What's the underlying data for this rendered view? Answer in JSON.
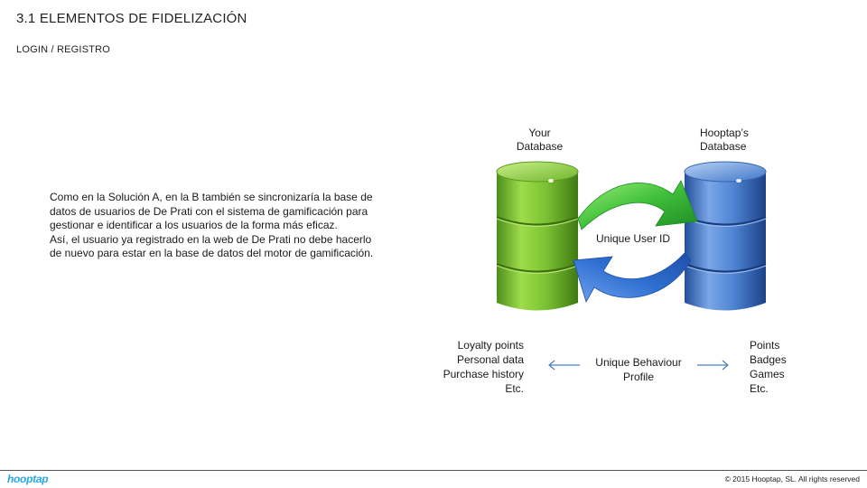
{
  "header": {
    "title": "3.1 ELEMENTOS DE FIDELIZACIÓN",
    "subtitle": "LOGIN  / REGISTRO"
  },
  "body": {
    "paragraph1": "Como en la Solución A, en la B también se sincronizaría la base de datos de usuarios de De Prati con el sistema de gamificación para gestionar e identificar a los usuarios de la forma más eficaz.",
    "paragraph2": "Así, el usuario  ya registrado en la web de De Prati no debe hacerlo de nuevo para estar en la base de datos del motor de gamificación."
  },
  "diagram": {
    "left_db_label": [
      "Your",
      "Database"
    ],
    "right_db_label": [
      "Hooptap’s",
      "Database"
    ],
    "center_label": "Unique User ID",
    "left_list": [
      "Loyalty points",
      "Personal data",
      "Purchase history",
      "Etc."
    ],
    "right_list": [
      "Points",
      "Badges",
      "Games",
      "Etc."
    ],
    "bottom_center": [
      "Unique Behaviour",
      "Profile"
    ],
    "colors": {
      "left_db": "#6fb52c",
      "right_db": "#3f76c8",
      "arrow_green": "#3fbf3a",
      "arrow_blue": "#2f6fd0",
      "small_arrow": "#4a7fc0"
    }
  },
  "footer": {
    "logo": "hooptap",
    "copyright": "© 2015  Hooptap, SL.  All rights reserved"
  }
}
